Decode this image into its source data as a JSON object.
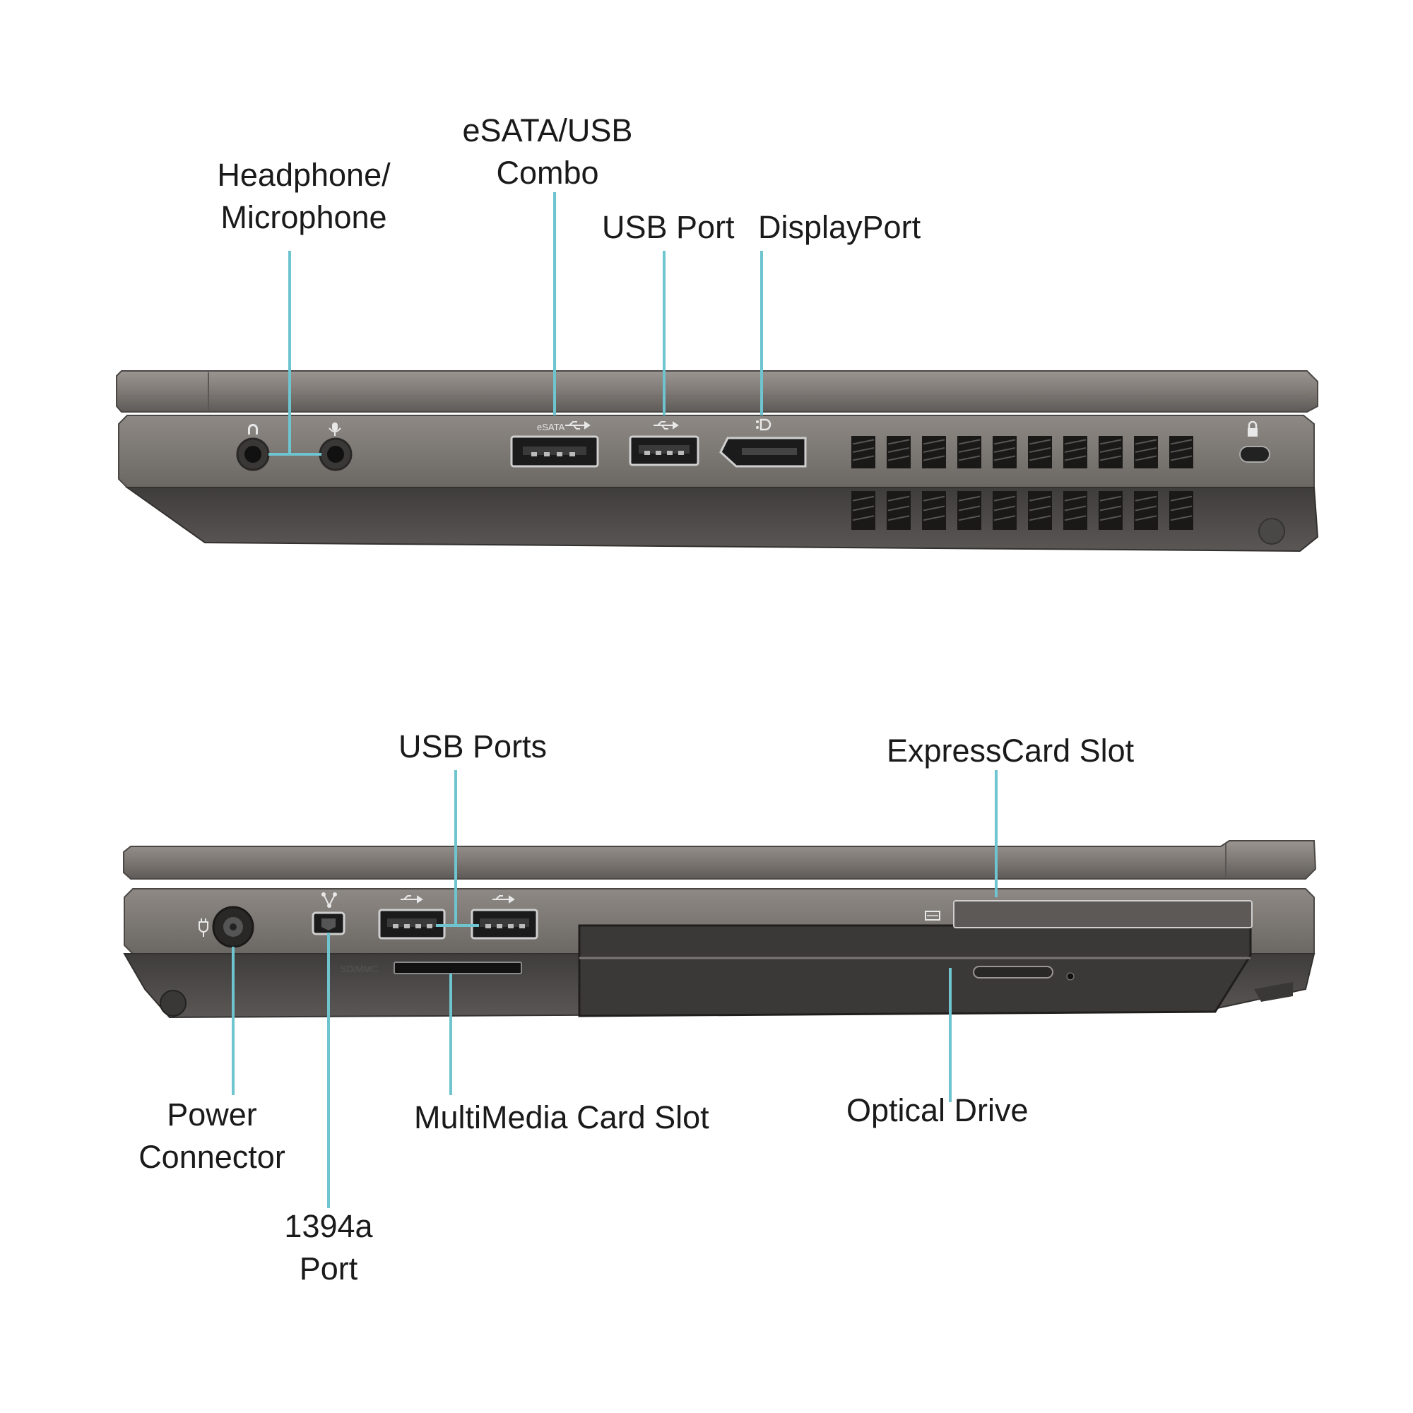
{
  "colors": {
    "background": "#ffffff",
    "leader_line": "#6ec4cf",
    "chassis": "#7d7874",
    "chassis_dark": "#4e4b49",
    "label_text": "#1a1a1a"
  },
  "right_side": {
    "labels": {
      "headphone_microphone": [
        "Headphone/",
        "Microphone"
      ],
      "esata_usb_combo": [
        "eSATA/USB",
        "Combo"
      ],
      "usb_port": "USB Port",
      "displayport": "DisplayPort"
    },
    "port_markings": {
      "esata": "eSATA"
    },
    "icons": [
      "headphone-icon",
      "microphone-icon",
      "usb-icon",
      "displayport-icon",
      "lock-icon"
    ]
  },
  "left_side": {
    "labels": {
      "usb_ports": "USB Ports",
      "expresscard_slot": "ExpressCard Slot",
      "power_connector": [
        "Power",
        "Connector"
      ],
      "multimedia_card_slot": "MultiMedia Card Slot",
      "optical_drive": "Optical Drive",
      "port_1394a": [
        "1394a",
        "Port"
      ]
    },
    "port_markings": {
      "card_reader": "SD/MMC"
    },
    "icons": [
      "power-icon",
      "firewire-icon",
      "usb-icon",
      "expresscard-icon"
    ]
  }
}
